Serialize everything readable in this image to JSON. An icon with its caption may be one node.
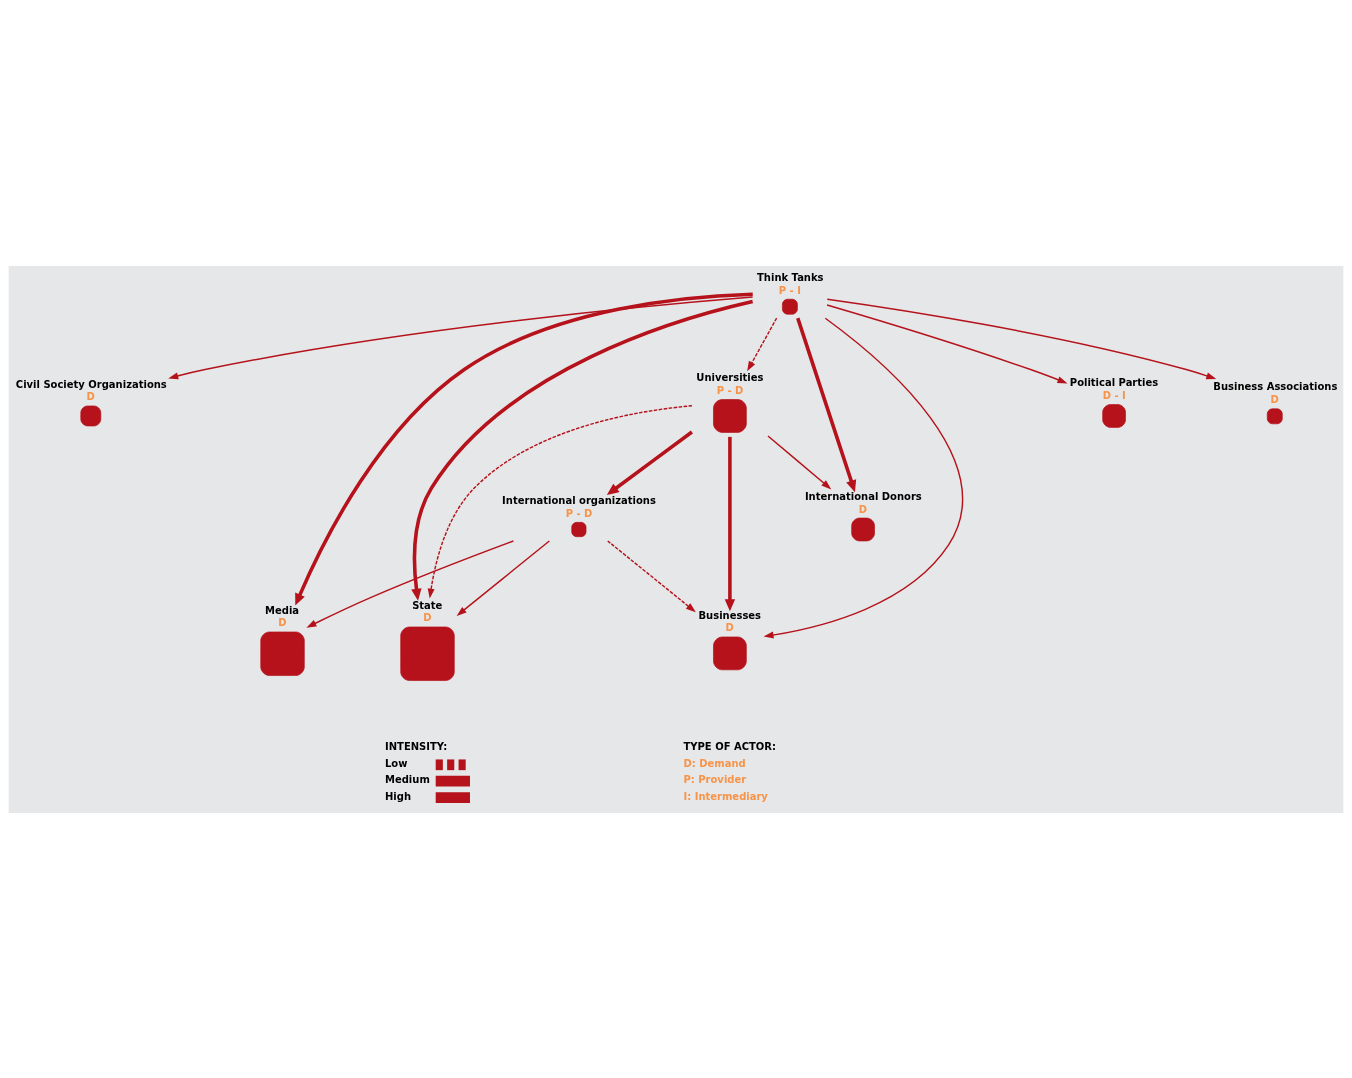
{
  "diagram": {
    "nodes": [
      {
        "text": [
          "Think Tanks",
          "P - I"
        ]
      },
      {
        "text": [
          "Civil Society Organizations",
          "D"
        ]
      },
      {
        "text": [
          "International organizations",
          "P - D"
        ]
      },
      {
        "text": [
          "Universities",
          "P - D"
        ]
      },
      {
        "text": [
          "International Donors",
          "D"
        ]
      },
      {
        "text": [
          "Political Parties",
          "D - I"
        ]
      },
      {
        "text": [
          "Media",
          "D"
        ]
      },
      {
        "text": [
          "Business Associations",
          "D"
        ]
      },
      {
        "text": [
          "State",
          "D"
        ]
      },
      {
        "text": [
          "Businesses",
          "D"
        ]
      }
    ],
    "edges": [
      {
        "from": 0,
        "to": 1,
        "arrow": "to"
      },
      {
        "from": 0,
        "to": 3,
        "arrow": "to",
        "style": "dashed"
      },
      {
        "from": 0,
        "to": 4,
        "arrow": "to",
        "style": "thick"
      },
      {
        "from": 0,
        "to": 6,
        "arrow": "to",
        "style": "thick"
      },
      {
        "from": 0,
        "to": 8,
        "arrow": "to",
        "style": "thick"
      },
      {
        "from": 0,
        "to": 9,
        "arrow": "to"
      },
      {
        "from": 0,
        "to": 7,
        "arrow": "to"
      },
      {
        "from": 0,
        "to": 5,
        "arrow": "to"
      },
      {
        "from": 3,
        "to": 2,
        "arrow": "to",
        "style": "thick"
      },
      {
        "from": 3,
        "to": 4,
        "arrow": "to"
      },
      {
        "from": 3,
        "to": 9,
        "arrow": "to",
        "style": "thick"
      },
      {
        "from": 3,
        "to": 8,
        "arrow": "to",
        "style": "dashed"
      },
      {
        "from": 2,
        "to": 6,
        "arrow": "to"
      },
      {
        "from": 2,
        "to": 8,
        "arrow": "to"
      },
      {
        "from": 2,
        "to": 9,
        "arrow": "to",
        "style": "dashed"
      }
    ],
    "labels": [
      "INTENSITY:",
      "TYPE OF ACTOR:",
      "D: Demand",
      "P: Provider",
      "I: Intermediary"
    ],
    "legend": [
      {
        "text": "Low"
      },
      {
        "text": "Medium"
      },
      {
        "text": "High"
      }
    ]
  }
}
